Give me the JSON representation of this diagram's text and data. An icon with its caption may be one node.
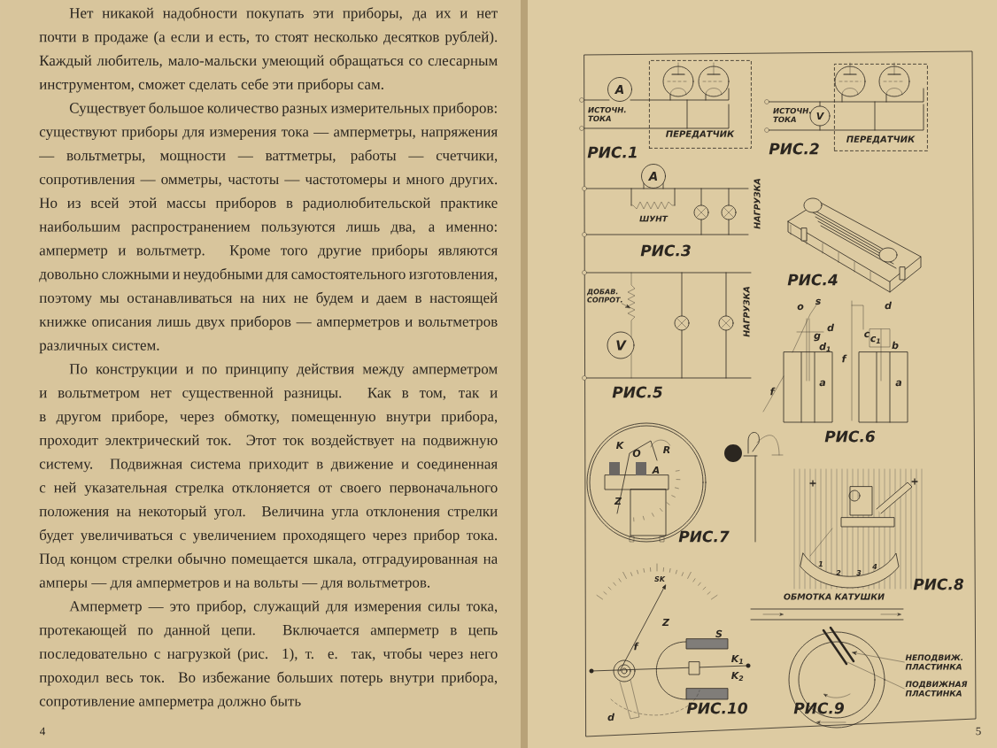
{
  "diagram": {
    "nodes": [
      {
        "text": [
          "ПЕРЕДАТЧИК"
        ]
      },
      {
        "text": [
          "A"
        ]
      },
      {
        "text": [
          "ПЕРЕДАТЧИК"
        ]
      },
      {
        "text": [
          "V"
        ]
      },
      {
        "text": [
          "A"
        ]
      },
      {
        "text": [
          "V"
        ]
      },
      {
        "text": [
          "ДОБАВ. СОПРОТ."
        ]
      },
      {
        "text": [
          "НЕПОДВИЖ. ПЛАСТИНКА"
        ]
      },
      {
        "text": [
          "ПОДВИЖНАЯ ПЛАСТИНКА"
        ]
      }
    ],
    "edges": [
      {
        "from": 6,
        "to": null,
        "arrow": "to"
      },
      {
        "from": 7,
        "to": null,
        "arrow": "to"
      },
      {
        "from": 8,
        "to": null,
        "arrow": "none"
      }
    ],
    "labels": [
      "Нет никакой надобности покупать эти приборы, да их и нет почти в продаже (а если и есть, то стоят несколько десятков рублей). Каждый любитель, мало-мальски умеющий обращаться со слесарным инструментом, сможет сделать себе эти приборы сам.",
      "Существует большое количество разных измерительных приборов: существуют приборы для измерения тока — амперметры, напряжения — вольтметры, мощности — ваттметры, работы — счетчики, сопротивления — омметры, частоты — частотомеры и много других. Но из всей этой массы приборов в радиолюбительской практике наибольшим распространением пользуются лишь два, а именно: амперметр и вольтметр. Кроме того другие приборы являются довольно сложными и неудобными для самостоятельного изготовления, поэтому мы останавливаться на них не будем и даем в настоящей книжке описания лишь двух приборов — амперметров и вольтметров различных систем.",
      "По конструкции и по принципу действия между амперметром и вольтметром нет существенной разницы. Как в том, так и в другом приборе, через обмотку, помещенную внутри прибора, проходит электрический ток. Этот ток воздействует на подвижную систему. Подвижная система приходит в движение и соединенная с ней указательная стрелка отклоняется от своего первоначального положения на некоторый угол. Величина угла отклонения стрелки будет увеличиваться с увеличением проходящего через прибор тока. Под концом стрелки обычно помещается шкала, отградуированная на амперы — для амперметров и на вольты — для вольтметров.",
      "Амперметр — это прибор, служащий для измерения силы тока, протекающей по данной цепи. Включается амперметр в цепь последовательно с нагрузкой (рис. 1), т. е. так, чтобы через него проходил весь ток. Во избежание больших потерь внутри прибора, сопротивление амперметра должно быть",
      "4",
      "ИСТОЧН. ТОКА",
      "РИС.1",
      "ИСТОЧН. ТОКА",
      "РИС.2",
      "ШУНТ",
      "НАГРУЗКА",
      "РИС.3",
      "РИС.4",
      "НАГРУЗКА",
      "РИС.5",
      "o",
      "s",
      "d",
      "g",
      "d$_{1}$",
      "c",
      "c$_{1}$",
      "b",
      "d",
      "f",
      "f",
      "a",
      "a",
      "РИС.6",
      "K",
      "O",
      "R",
      "A",
      "Z",
      "РИС.7",
      "+",
      "+",
      "1",
      "2",
      "3",
      "4",
      "РИС.8",
      "ОБМОТКА КАТУШКИ",
      "SK",
      "Z",
      "f",
      "S",
      "K$_{1}$",
      "K$_{2}$",
      "d",
      "РИС.10",
      "РИС.9",
      "5"
    ]
  }
}
